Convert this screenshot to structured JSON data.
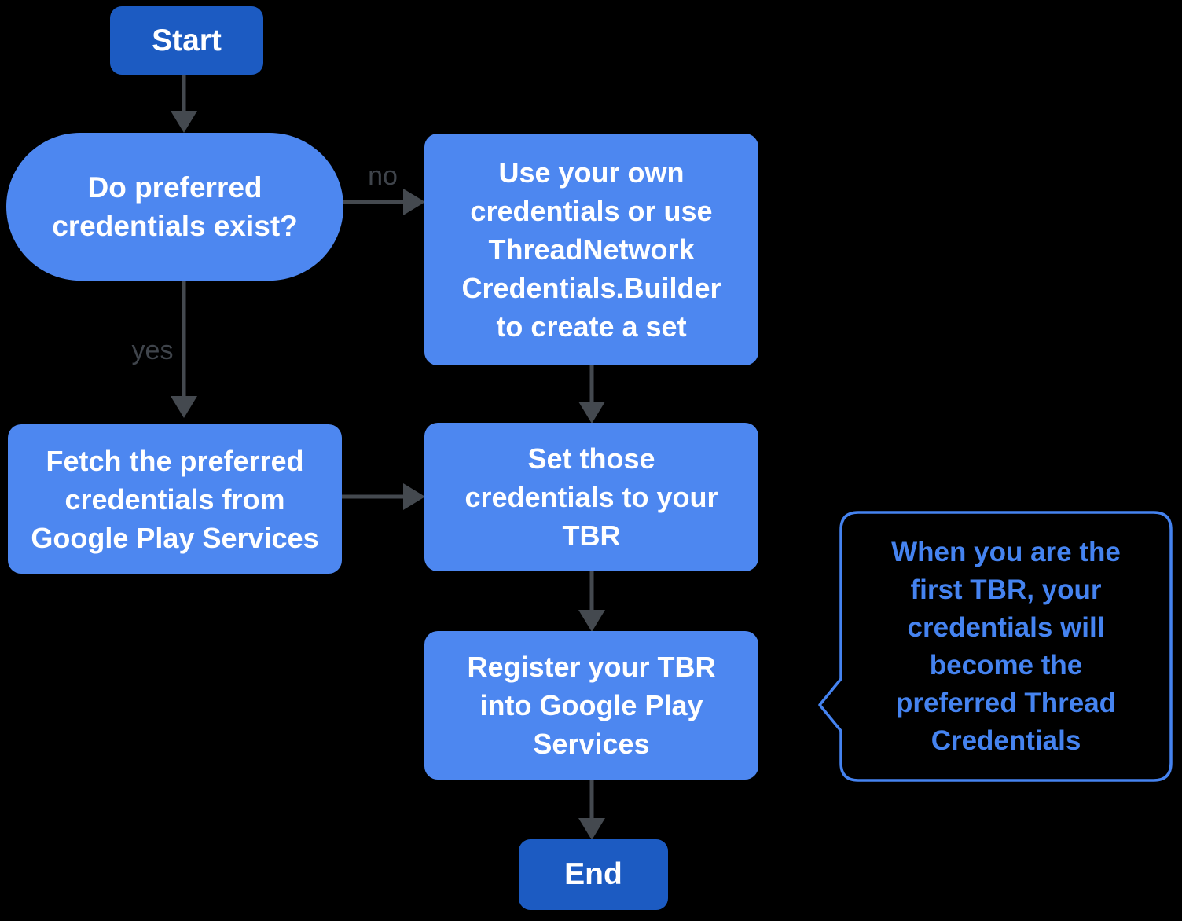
{
  "diagram": {
    "background_color": "#000000",
    "colors": {
      "process_fill": "#4d87f0",
      "terminal_fill": "#1c5bc2",
      "node_text": "#ffffff",
      "arrow": "#44494f",
      "edge_label_text": "#3f444b",
      "callout_border": "#4583f0",
      "callout_text": "#4583f0"
    },
    "nodes": {
      "start": {
        "label": "Start",
        "shape": "terminal"
      },
      "decision": {
        "label": "Do preferred\ncredentials exist?",
        "shape": "decision"
      },
      "use_own": {
        "label": "Use your own\ncredentials or use\nThreadNetwork\nCredentials.Builder\nto create a set",
        "shape": "process"
      },
      "fetch": {
        "label": "Fetch the preferred\ncredentials from\nGoogle Play Services",
        "shape": "process"
      },
      "set_tbr": {
        "label": "Set those\ncredentials to your\nTBR",
        "shape": "process"
      },
      "register": {
        "label": "Register your TBR\ninto Google Play\nServices",
        "shape": "process"
      },
      "end": {
        "label": "End",
        "shape": "terminal"
      }
    },
    "edges": [
      {
        "from": "start",
        "to": "decision",
        "label": ""
      },
      {
        "from": "decision",
        "to": "use_own",
        "label": "no"
      },
      {
        "from": "decision",
        "to": "fetch",
        "label": "yes"
      },
      {
        "from": "use_own",
        "to": "set_tbr",
        "label": ""
      },
      {
        "from": "fetch",
        "to": "set_tbr",
        "label": ""
      },
      {
        "from": "set_tbr",
        "to": "register",
        "label": ""
      },
      {
        "from": "register",
        "to": "end",
        "label": ""
      }
    ],
    "edge_labels": {
      "no": "no",
      "yes": "yes"
    },
    "callout": {
      "text": "When you are the\nfirst TBR, your\ncredentials will\nbecome the\npreferred Thread\nCredentials",
      "points_to": "register"
    }
  }
}
